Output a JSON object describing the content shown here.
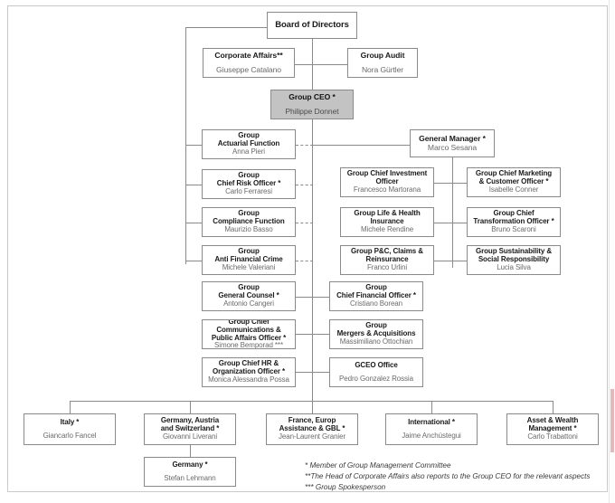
{
  "chart_type": "org-chart",
  "nodes": {
    "board": {
      "title": "Board of Directors",
      "person": ""
    },
    "corporate_affairs": {
      "title": "Corporate Affairs**",
      "person": "Giuseppe Catalano"
    },
    "group_audit": {
      "title": "Group Audit",
      "person": "Nora Gürtler"
    },
    "group_ceo": {
      "title": "Group CEO *",
      "person": "Philippe Donnet"
    },
    "general_manager": {
      "title": "General Manager *",
      "person": "Marco Sesana"
    },
    "actuarial": {
      "title": "Group\nActuarial Function",
      "title_l1": "Group",
      "title_l2": "Actuarial Function",
      "person": "Anna Pieri"
    },
    "risk": {
      "title_l1": "Group",
      "title_l2": "Chief Risk Officer *",
      "person": "Carlo Ferraresi"
    },
    "compliance": {
      "title_l1": "Group",
      "title_l2": "Compliance Function",
      "person": "Maurizio Basso"
    },
    "afc": {
      "title_l1": "Group",
      "title_l2": "Anti Financial Crime",
      "person": "Michele Valeriani"
    },
    "investment": {
      "title_l1": "Group Chief Investment",
      "title_l2": "Officer",
      "person": "Francesco Martorana"
    },
    "life_health": {
      "title_l1": "Group Life & Health",
      "title_l2": "Insurance",
      "person": "Michele Rendine"
    },
    "pc_claims": {
      "title_l1": "Group P&C, Claims &",
      "title_l2": "Reinsurance",
      "person": "Franco Urlini"
    },
    "marketing": {
      "title_l1": "Group Chief Marketing",
      "title_l2": "& Customer Officer *",
      "person": "Isabelle Conner"
    },
    "transformation": {
      "title_l1": "Group Chief",
      "title_l2": "Transformation Officer *",
      "person": "Bruno Scaroni"
    },
    "sustainability": {
      "title_l1": "Group Sustainability &",
      "title_l2": "Social Responsibility",
      "person": "Lucia Silva"
    },
    "general_counsel": {
      "title_l1": "Group",
      "title_l2": "General Counsel *",
      "person": "Antonio Cangeri"
    },
    "cfo": {
      "title_l1": "Group",
      "title_l2": "Chief Financial Officer *",
      "person": "Cristiano Borean"
    },
    "communications": {
      "title_l1": "Group Chief",
      "title_l2": "Communications &",
      "title_l3": "Public Affairs Officer *",
      "person": "Simone Bemporad ***"
    },
    "ma": {
      "title_l1": "Group",
      "title_l2": "Mergers & Acquisitions",
      "person": "Massimiliano Ottochian"
    },
    "hr": {
      "title_l1": "Group Chief HR &",
      "title_l2": "Organization Officer *",
      "person": "Monica Alessandra Possa"
    },
    "gceo_office": {
      "title": "GCEO Office",
      "person": "Pedro Gonzalez Rossia"
    },
    "italy": {
      "title": "Italy *",
      "person": "Giancarlo Fancel"
    },
    "dach": {
      "title_l1": "Germany, Austria",
      "title_l2": "and Switzerland *",
      "person": "Giovanni Liverani"
    },
    "germany": {
      "title": "Germany *",
      "person": "Stefan Lehmann"
    },
    "france": {
      "title_l1": "France, Europ",
      "title_l2": "Assistance & GBL *",
      "person": "Jean-Laurent Granier"
    },
    "international": {
      "title": "International *",
      "person": "Jaime Anchústegui"
    },
    "awm": {
      "title_l1": "Asset & Wealth",
      "title_l2": "Management *",
      "person": "Carlo Trabattoni"
    }
  },
  "footnotes": {
    "line1": "* Member of Group Management Committee",
    "line2": "**The Head of Corporate Affairs also reports to the Group CEO for the relevant aspects",
    "line3": "*** Group Spokesperson"
  },
  "colors": {
    "box_border": "#8a8a8a",
    "shaded_fill": "#c3c3c3",
    "line": "#8a8a8a",
    "title_text": "#1a1a1a",
    "person_text": "#6b6b6b",
    "frame_border": "#c9c9c9"
  }
}
